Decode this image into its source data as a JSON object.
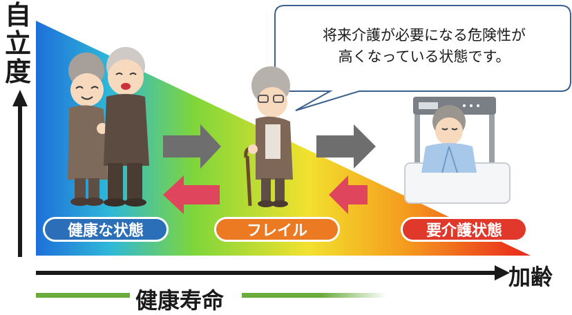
{
  "axes": {
    "y_label": "自\n立\n度",
    "x_label": "加齢"
  },
  "bubble": {
    "text": "将来介護が必要になる危険性が\n高くなっている状態です。"
  },
  "stages": [
    {
      "label": "健康な状態",
      "color": "#2b6fb8"
    },
    {
      "label": "フレイル",
      "color": "#ec7a22"
    },
    {
      "label": "要介護状態",
      "color": "#e0382a"
    }
  ],
  "healthy_life": {
    "label": "健康寿命",
    "color": "#6aab3c"
  },
  "arrows": {
    "forward_color": "#6e6e6e",
    "backward_color": "#e0455e"
  },
  "gradient_colors": [
    "#1e6fd9",
    "#2fb8d8",
    "#7ed63a",
    "#f2e12e",
    "#f59a1e",
    "#e8261c"
  ],
  "icons": [
    "elderly-couple-icon",
    "elderly-woman-with-cane-icon",
    "bedridden-patient-icon"
  ]
}
